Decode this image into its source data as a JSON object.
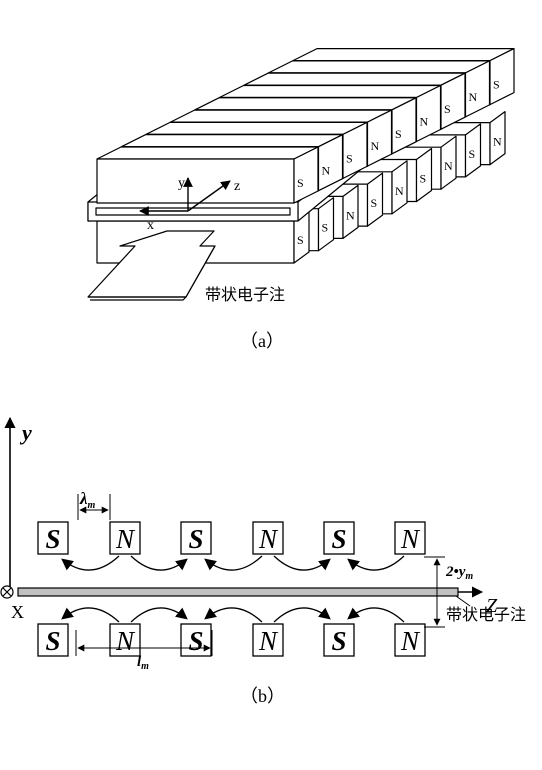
{
  "panel_a": {
    "caption": "（a）",
    "beam_label": "带状电子注",
    "axis_y": "y",
    "axis_z": "z",
    "axis_x": "x",
    "upper_poles": [
      "S",
      "N",
      "S",
      "N",
      "S",
      "N",
      "S",
      "N",
      "S"
    ],
    "lower_poles": [
      "S",
      "S",
      "N",
      "S",
      "N",
      "S",
      "N",
      "S",
      "N"
    ]
  },
  "panel_b": {
    "caption": "（b）",
    "axis_y": "y",
    "axis_z": "Z",
    "axis_x": "X",
    "lambda_label": "λ",
    "lambda_sub": "m",
    "period_label": "l",
    "period_sub": "m",
    "gap_label": "2•y",
    "gap_sub": "m",
    "beam_label": "带状电子注",
    "top_magnets": [
      "S",
      "N",
      "S",
      "N",
      "S",
      "N"
    ],
    "bottom_magnets": [
      "S",
      "N",
      "S",
      "N",
      "S",
      "N"
    ]
  }
}
